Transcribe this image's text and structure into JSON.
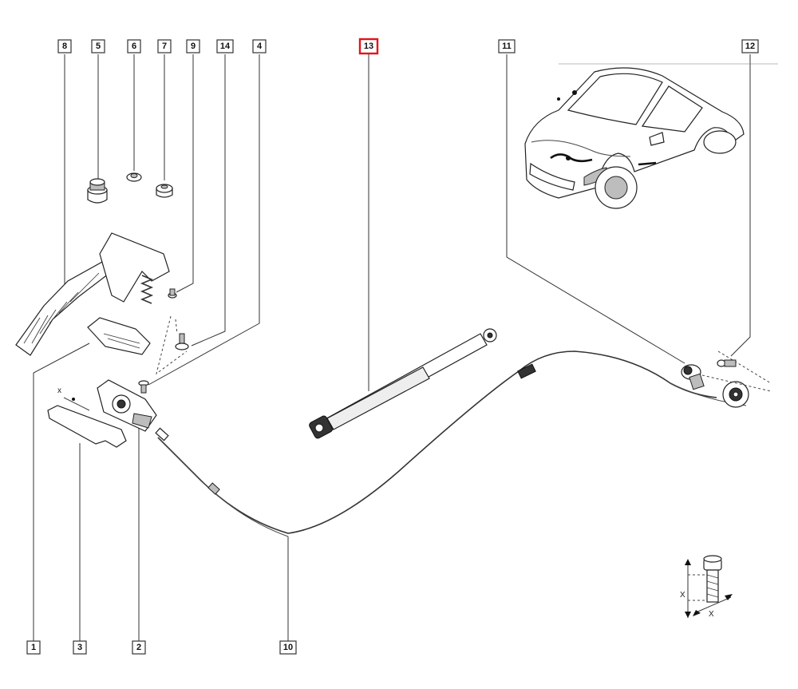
{
  "callouts": [
    {
      "id": "c1",
      "label": "1",
      "highlight": false
    },
    {
      "id": "c2",
      "label": "2",
      "highlight": false
    },
    {
      "id": "c3",
      "label": "3",
      "highlight": false
    },
    {
      "id": "c4",
      "label": "4",
      "highlight": false
    },
    {
      "id": "c5",
      "label": "5",
      "highlight": false
    },
    {
      "id": "c6",
      "label": "6",
      "highlight": false
    },
    {
      "id": "c7",
      "label": "7",
      "highlight": false
    },
    {
      "id": "c8",
      "label": "8",
      "highlight": false
    },
    {
      "id": "c9",
      "label": "9",
      "highlight": false
    },
    {
      "id": "c10",
      "label": "10",
      "highlight": false
    },
    {
      "id": "c11",
      "label": "11",
      "highlight": false
    },
    {
      "id": "c12",
      "label": "12",
      "highlight": false
    },
    {
      "id": "c13",
      "label": "13",
      "highlight": true
    },
    {
      "id": "c14",
      "label": "14",
      "highlight": false
    }
  ],
  "annotations": {
    "x_left": "x",
    "x_detail_vertical": "X",
    "x_detail_bottom": "X"
  },
  "colors": {
    "highlight": "#e2141c",
    "line": "#333333"
  }
}
